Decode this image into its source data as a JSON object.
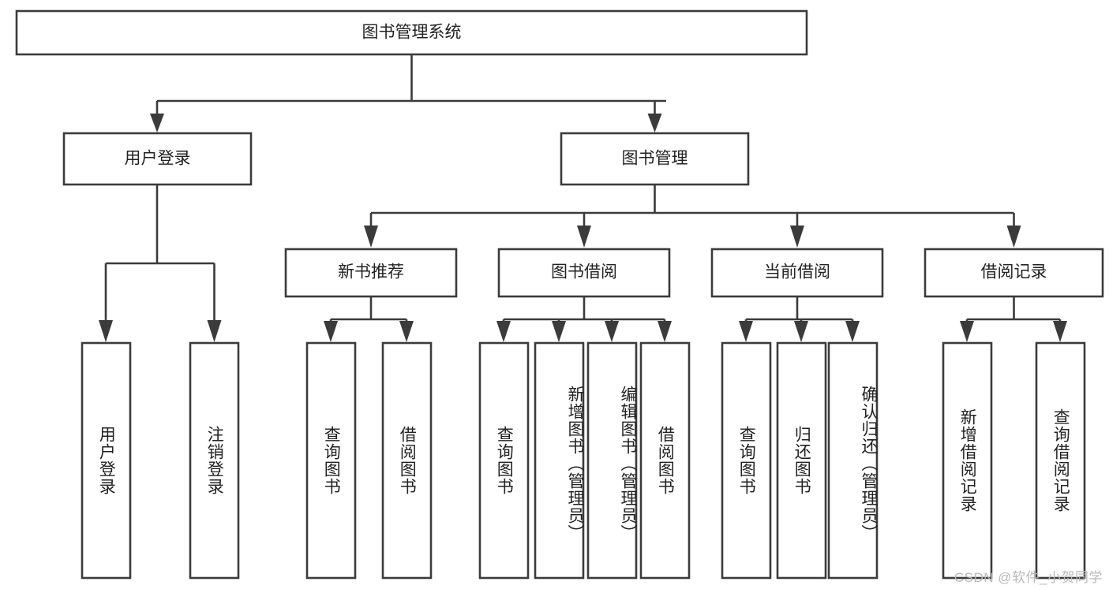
{
  "diagram": {
    "type": "tree-hierarchy-chart",
    "title": "图书管理系统",
    "root": {
      "label": "图书管理系统"
    },
    "level2": [
      {
        "label": "用户登录"
      },
      {
        "label": "图书管理"
      }
    ],
    "level3": [
      {
        "label": "新书推荐"
      },
      {
        "label": "图书借阅"
      },
      {
        "label": "当前借阅"
      },
      {
        "label": "借阅记录"
      }
    ],
    "leaves": {
      "user_login": [
        {
          "label": "用户登录"
        },
        {
          "label": "注销登录"
        }
      ],
      "new_book_recommend": [
        {
          "label": "查询图书"
        },
        {
          "label": "借阅图书"
        }
      ],
      "book_borrow": [
        {
          "label": "查询图书"
        },
        {
          "label": "新增图书（管理员）"
        },
        {
          "label": "编辑图书（管理员）"
        },
        {
          "label": "借阅图书"
        }
      ],
      "current_borrow": [
        {
          "label": "查询图书"
        },
        {
          "label": "归还图书"
        },
        {
          "label": "确认归还（管理员）"
        }
      ],
      "borrow_record": [
        {
          "label": "新增借阅记录"
        },
        {
          "label": "查询借阅记录"
        }
      ]
    }
  },
  "watermark": {
    "text": "CSDN @软件_小贺同学"
  },
  "colors": {
    "stroke": "#3b3b3b",
    "box_fill": "#ffffff",
    "text": "#222222",
    "background": "#ffffff",
    "watermark": "#b9b9b9"
  }
}
